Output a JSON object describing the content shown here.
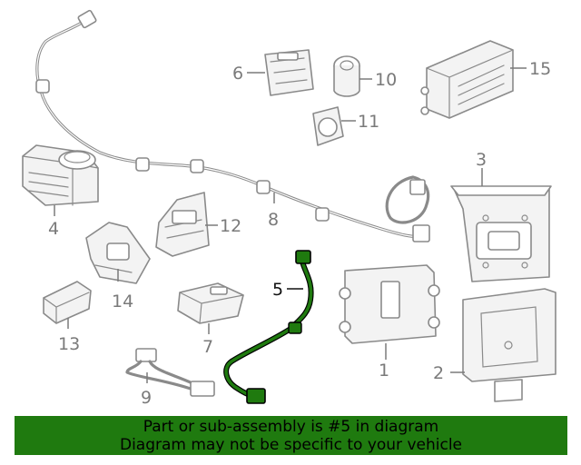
{
  "callouts": {
    "c1": "1",
    "c2": "2",
    "c3": "3",
    "c4": "4",
    "c5": "5",
    "c6": "6",
    "c7": "7",
    "c8": "8",
    "c9": "9",
    "c10": "10",
    "c11": "11",
    "c12": "12",
    "c13": "13",
    "c14": "14",
    "c15": "15"
  },
  "highlight": {
    "part_number": "5",
    "color": "#1f7a0f"
  },
  "banner": {
    "line1": "Part or sub-assembly is #5 in diagram",
    "line2": "Diagram may not be specific to your vehicle",
    "background": "#1f7a0f"
  }
}
